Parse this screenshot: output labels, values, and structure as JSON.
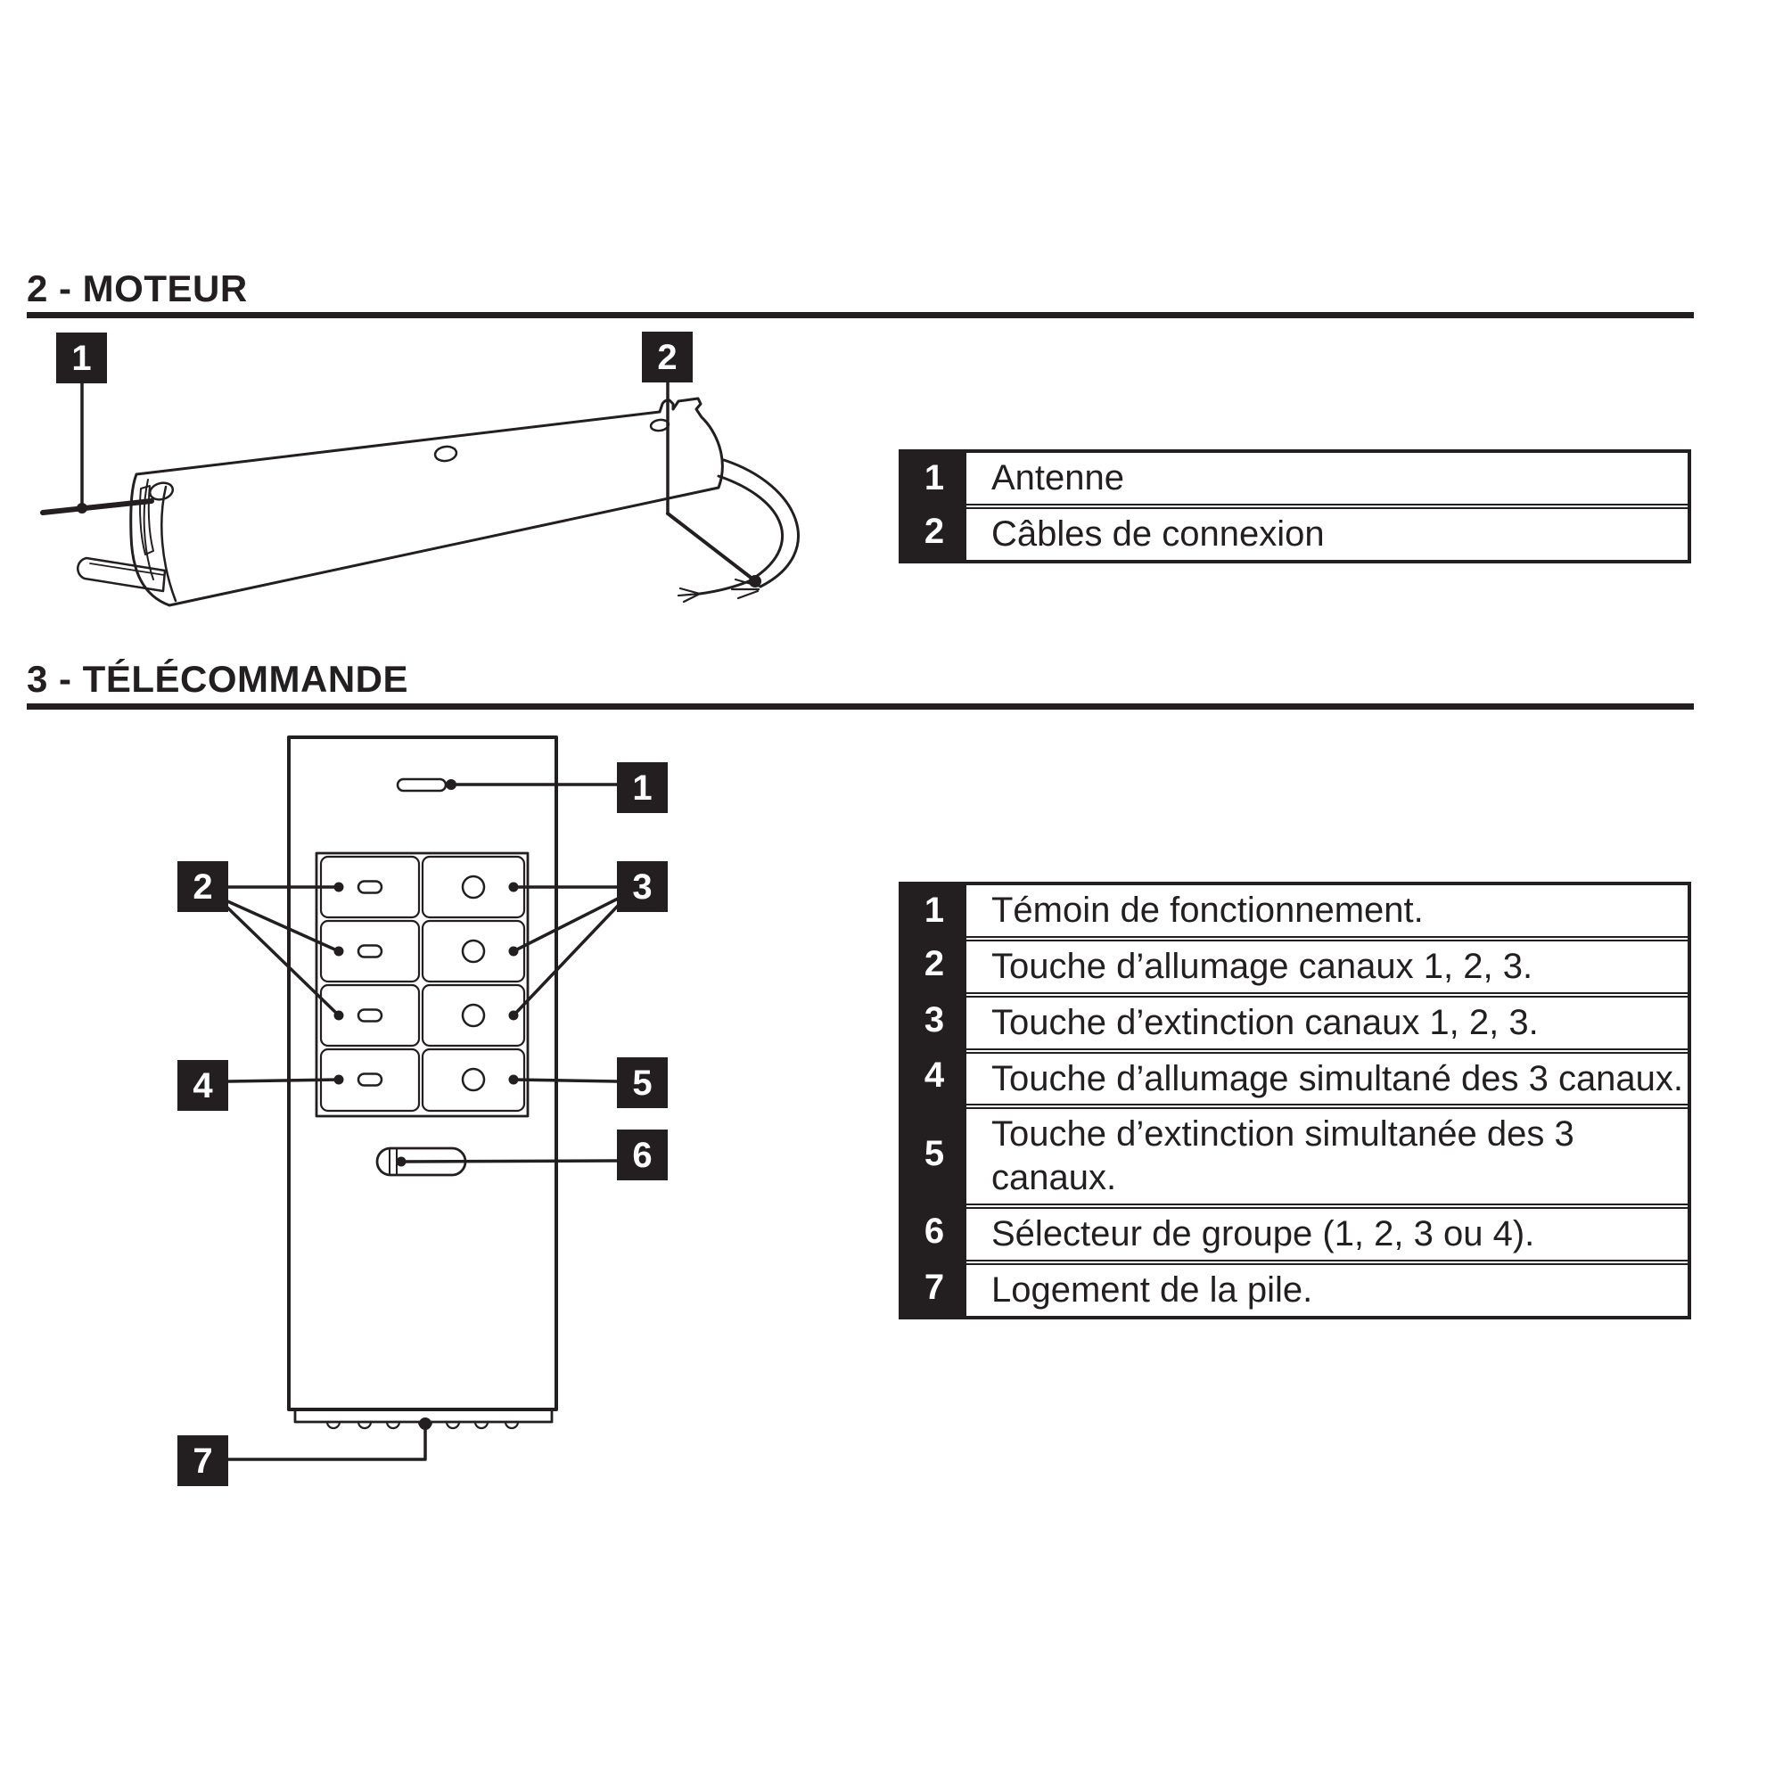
{
  "ink": "#231f20",
  "moteur": {
    "title": "2 - MOTEUR",
    "callouts": [
      "1",
      "2"
    ],
    "legend": [
      {
        "num": "1",
        "label": "Antenne"
      },
      {
        "num": "2",
        "label": "Câbles de connexion"
      }
    ]
  },
  "telecommande": {
    "title": "3 - TÉLÉCOMMANDE",
    "callouts": [
      "1",
      "2",
      "3",
      "4",
      "5",
      "6",
      "7"
    ],
    "legend": [
      {
        "num": "1",
        "label": "Témoin de fonctionnement."
      },
      {
        "num": "2",
        "label": "Touche d’allumage canaux 1, 2, 3."
      },
      {
        "num": "3",
        "label": "Touche d’extinction canaux 1, 2, 3."
      },
      {
        "num": "4",
        "label": "Touche d’allumage simultané des 3 canaux."
      },
      {
        "num": "5",
        "label": "Touche d’extinction simultanée des 3 canaux."
      },
      {
        "num": "6",
        "label": "Sélecteur de groupe (1, 2, 3 ou 4)."
      },
      {
        "num": "7",
        "label": "Logement de la pile."
      }
    ]
  }
}
